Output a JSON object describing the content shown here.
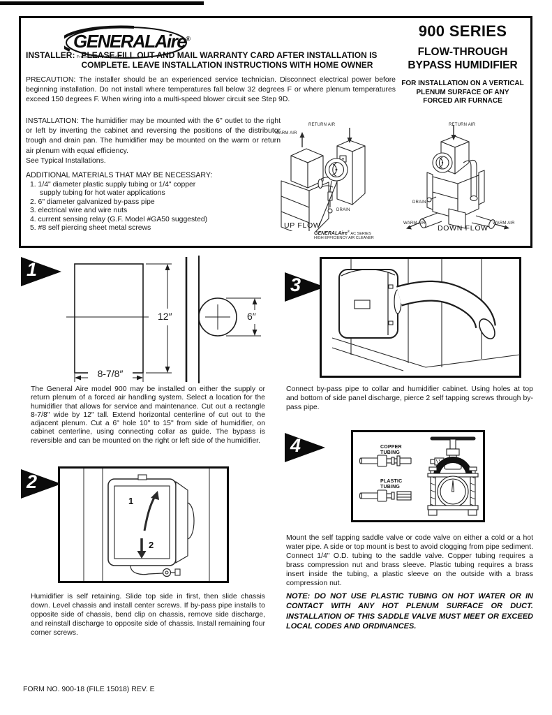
{
  "header": {
    "logo": {
      "brand": "GENERALAire",
      "registered": "®",
      "tagline": "Fresh Indoor Air Quality"
    },
    "installer_label": "INSTALLER:",
    "installer_text": "PLEASE FILL OUT AND MAIL WARRANTY CARD AFTER INSTALLATION IS\nCOMPLETE. LEAVE INSTALLATION INSTRUCTIONS WITH HOME OWNER",
    "series_title": "900 SERIES",
    "product_title": "FLOW-THROUGH\nBYPASS HUMIDIFIER",
    "install_note": "FOR INSTALLATION ON A VERTICAL\nPLENUM SURFACE OF ANY\nFORCED AIR FURNACE",
    "precaution": "PRECAUTION:  The installer should be an experienced service technician.  Disconnect electrical power before beginning installation.  Do not install where temperatures fall below 32 degrees F or where plenum temperatures exceed 150 degrees F.  When wiring into a multi-speed blower circuit see Step 9D.",
    "installation": "INSTALLATION:  The humidifier may be mounted with the 6\" outlet to the right or left by inverting the cabinet and reversing the positions of the distributor trough and drain pan.  The humidifier may be mounted on the warm or return air plenum with equal efficiency.\nSee Typical Installations.",
    "materials_title": "ADDITIONAL MATERIALS THAT MAY BE NECESSARY:",
    "materials": [
      "1. 1/4\" diameter plastic supply tubing or 1/4\" copper\nsupply tubing for hot water applications",
      "2. 6\" diameter galvanized by-pass pipe",
      "3. electrical wire and wire nuts",
      "4. current sensing relay (G.F. Model #GA50 suggested)",
      "5. #8 self piercing sheet metal screws"
    ],
    "upflow": {
      "warm_air": "WARM AIR",
      "return_air": "RETURN AIR",
      "drain": "DRAIN",
      "caption": "UP FLOW",
      "cleaner_brand": "GENERALAire",
      "cleaner_reg": "®",
      "cleaner_suffix": "AC SERIES",
      "cleaner_line2": "HIGH EFFICIENCY AIR CLEANER"
    },
    "downflow": {
      "return_air": "RETURN AIR",
      "drain": "DRAIN",
      "warm_air_left": "WARM AIR",
      "warm_air_right": "WARM AIR",
      "caption": "DOWN FLOW"
    }
  },
  "steps": {
    "step1": {
      "number": "1",
      "dim_height": "12″",
      "dim_hole": "6″",
      "dim_width": "8-7/8″",
      "text": "The General Aire model 900 may be installed on either the supply or return plenum of a forced air handling system. Select a location for the humidifier that allows for service and maintenance. Cut out a rectangle 8-7/8\" wide by 12\" tall. Extend horizontal centerline of cut out to the adjacent plenum.  Cut a 6\" hole 10\" to 15\" from side of humidifier, on cabinet centerline, using connecting collar as guide. The bypass is reversible and can be mounted on the right or left side of the humidifier."
    },
    "step2": {
      "number": "2",
      "arrow1_label": "1",
      "arrow2_label": "2",
      "text": "Humidifier is self retaining.  Slide top side in first, then slide chassis down.  Level chassis and install center screws. If by-pass pipe installs to opposite side of chassis, bend clip on chassis, remove side discharge, and reinstall discharge to opposite side of chassis.  Install remaining four corner screws."
    },
    "step3": {
      "number": "3",
      "text": "Connect by-pass pipe to collar and humidifier cabinet.  Using holes at top and bottom of side panel discharge, pierce 2 self tapping screws through by-pass pipe."
    },
    "step4": {
      "number": "4",
      "copper_label": "COPPER\nTUBING",
      "plastic_label": "PLASTIC\nTUBING",
      "text": "Mount the self tapping saddle valve or code valve on either a cold or a hot water pipe.  A side or top mount is best to avoid clogging from pipe sediment.  Connect 1/4\" O.D. tubing to the saddle valve.  Copper tubing requires a brass compression nut and brass sleeve.  Plastic tubing requires a brass insert inside the tubing, a plastic sleeve on the outside with a brass compression nut.",
      "note": "NOTE: DO NOT USE PLASTIC TUBING ON HOT WATER OR IN CONTACT WITH ANY HOT PLENUM SURFACE OR DUCT. INSTALLATION OF THIS SADDLE VALVE MUST MEET OR EXCEED LOCAL CODES AND ORDINANCES."
    }
  },
  "footer": {
    "form_line": "FORM NO. 900-18  (FILE 15018) REV. E"
  },
  "colors": {
    "ink": "#111111",
    "paper": "#ffffff"
  }
}
